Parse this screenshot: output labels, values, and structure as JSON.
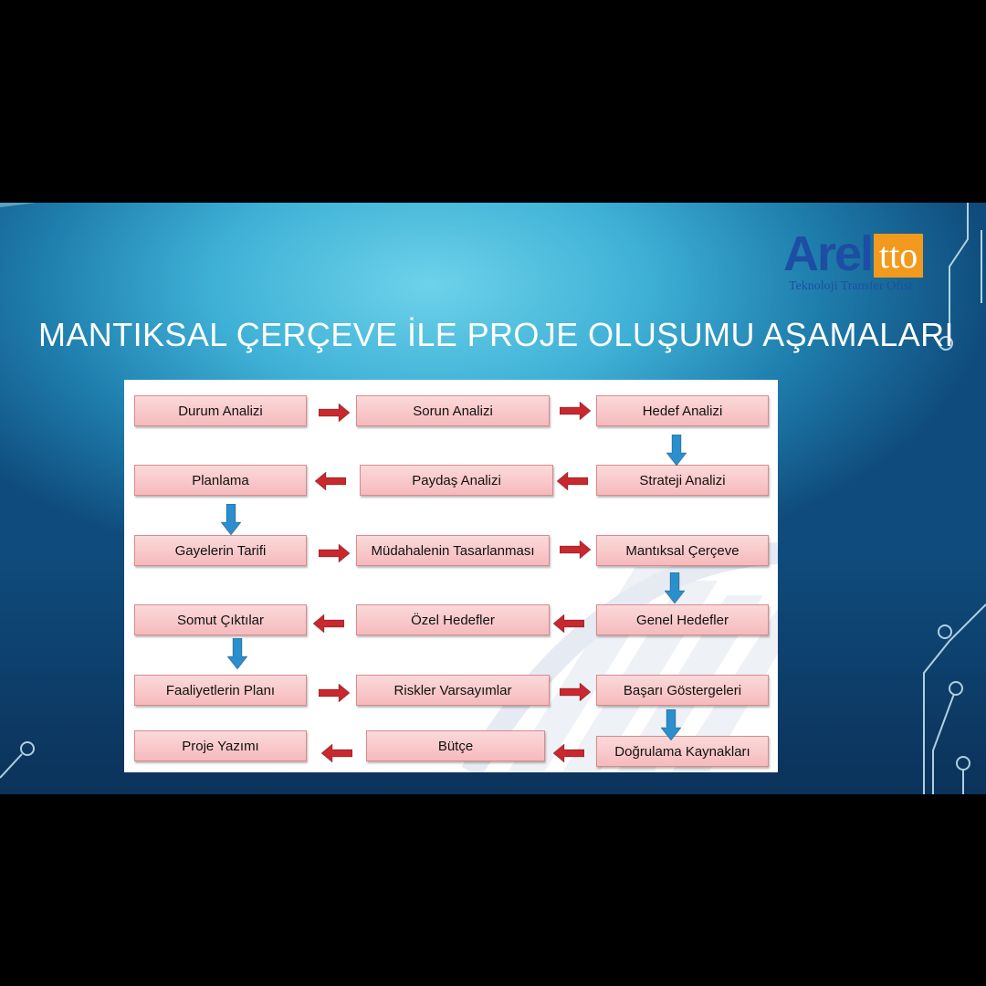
{
  "logo": {
    "brand": "Arel",
    "badge": "tto",
    "subtitle": "Teknoloji Transfer Ofisi"
  },
  "title": "MANTIKSAL ÇERÇEVE İLE PROJE OLUŞUMU AŞAMALARI",
  "colors": {
    "node_fill_top": "#fbd9da",
    "node_fill_bottom": "#f6babc",
    "arrow_red": "#c8282e",
    "arrow_blue": "#2b8fcd",
    "brand_blue": "#1d4ea3",
    "brand_orange": "#f29a1d"
  },
  "flow": {
    "nodes": [
      {
        "id": "n1",
        "label": "Durum Analizi"
      },
      {
        "id": "n2",
        "label": "Sorun Analizi"
      },
      {
        "id": "n3",
        "label": "Hedef Analizi"
      },
      {
        "id": "n4",
        "label": "Strateji Analizi"
      },
      {
        "id": "n5",
        "label": "Paydaş Analizi"
      },
      {
        "id": "n6",
        "label": "Planlama"
      },
      {
        "id": "n7",
        "label": "Gayelerin Tarifi"
      },
      {
        "id": "n8",
        "label": "Müdahalenin Tasarlanması"
      },
      {
        "id": "n9",
        "label": "Mantıksal Çerçeve"
      },
      {
        "id": "n10",
        "label": "Genel Hedefler"
      },
      {
        "id": "n11",
        "label": "Özel Hedefler"
      },
      {
        "id": "n12",
        "label": "Somut Çıktılar"
      },
      {
        "id": "n13",
        "label": "Faaliyetlerin  Planı"
      },
      {
        "id": "n14",
        "label": "Riskler Varsayımlar"
      },
      {
        "id": "n15",
        "label": "Başarı Göstergeleri"
      },
      {
        "id": "n16",
        "label": "Doğrulama Kaynakları"
      },
      {
        "id": "n17",
        "label": "Bütçe"
      },
      {
        "id": "n18",
        "label": "Proje Yazımı"
      }
    ],
    "edges": [
      {
        "from": "n1",
        "to": "n2",
        "icon": "arrow-right-icon"
      },
      {
        "from": "n2",
        "to": "n3",
        "icon": "arrow-right-icon"
      },
      {
        "from": "n3",
        "to": "n4",
        "icon": "arrow-down-icon"
      },
      {
        "from": "n4",
        "to": "n5",
        "icon": "arrow-left-icon"
      },
      {
        "from": "n5",
        "to": "n6",
        "icon": "arrow-left-icon"
      },
      {
        "from": "n6",
        "to": "n7",
        "icon": "arrow-down-icon"
      },
      {
        "from": "n7",
        "to": "n8",
        "icon": "arrow-right-icon"
      },
      {
        "from": "n8",
        "to": "n9",
        "icon": "arrow-right-icon"
      },
      {
        "from": "n9",
        "to": "n10",
        "icon": "arrow-down-icon"
      },
      {
        "from": "n10",
        "to": "n11",
        "icon": "arrow-left-icon"
      },
      {
        "from": "n11",
        "to": "n12",
        "icon": "arrow-left-icon"
      },
      {
        "from": "n12",
        "to": "n13",
        "icon": "arrow-down-icon"
      },
      {
        "from": "n13",
        "to": "n14",
        "icon": "arrow-right-icon"
      },
      {
        "from": "n14",
        "to": "n15",
        "icon": "arrow-right-icon"
      },
      {
        "from": "n15",
        "to": "n16",
        "icon": "arrow-down-icon"
      },
      {
        "from": "n16",
        "to": "n17",
        "icon": "arrow-left-icon"
      },
      {
        "from": "n17",
        "to": "n18",
        "icon": "arrow-left-icon"
      }
    ]
  }
}
